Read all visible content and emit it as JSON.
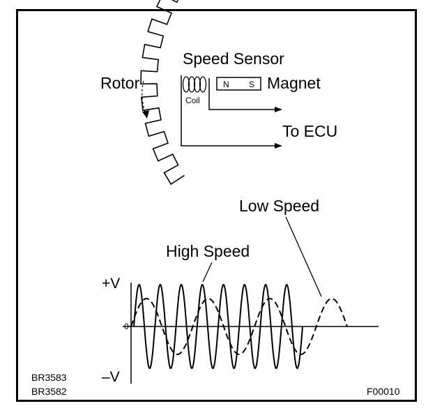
{
  "labels": {
    "speed_sensor": "Speed Sensor",
    "rotor": "Rotor",
    "coil": "Coil",
    "magnet": "Magnet",
    "magnet_north": "N",
    "magnet_south": "S",
    "to_ecu": "To ECU",
    "low_speed": "Low Speed",
    "high_speed": "High Speed",
    "plus_v": "+V",
    "minus_v": "–V",
    "zero": "0"
  },
  "figure_ids": {
    "code_1": "BR3583",
    "code_2": "BR3582",
    "code_3": "F00010"
  },
  "waveforms": {
    "high_speed": {
      "cycles": 8,
      "style": "solid"
    },
    "low_speed": {
      "cycles": 3.5,
      "style": "dashed"
    }
  },
  "colors": {
    "ink": "#000000",
    "background": "#ffffff"
  }
}
